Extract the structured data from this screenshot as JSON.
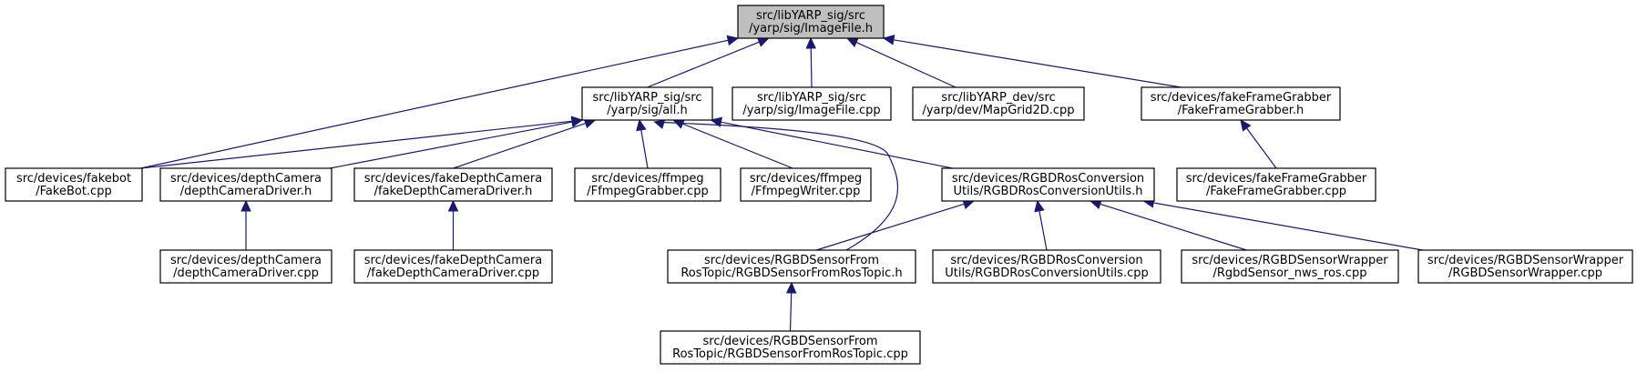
{
  "colors": {
    "edge": "#191970",
    "root_fill": "#bfbfbf",
    "node_fill": "#ffffff",
    "border": "#000000"
  },
  "nodes": [
    {
      "id": "imagefile_h",
      "lines": [
        "src/libYARP_sig/src",
        "/yarp/sig/ImageFile.h"
      ],
      "root": true
    },
    {
      "id": "all_h",
      "lines": [
        "src/libYARP_sig/src",
        "/yarp/sig/all.h"
      ]
    },
    {
      "id": "imagefile_cpp",
      "lines": [
        "src/libYARP_sig/src",
        "/yarp/sig/ImageFile.cpp"
      ]
    },
    {
      "id": "mapgrid2d_cpp",
      "lines": [
        "src/libYARP_dev/src",
        "/yarp/dev/MapGrid2D.cpp"
      ]
    },
    {
      "id": "fakeframegrabber_h",
      "lines": [
        "src/devices/fakeFrameGrabber",
        "/FakeFrameGrabber.h"
      ]
    },
    {
      "id": "fakebot_cpp",
      "lines": [
        "src/devices/fakebot",
        "/FakeBot.cpp"
      ]
    },
    {
      "id": "depthcameradriver_h",
      "lines": [
        "src/devices/depthCamera",
        "/depthCameraDriver.h"
      ]
    },
    {
      "id": "fakedepthcameradriver_h",
      "lines": [
        "src/devices/fakeDepthCamera",
        "/fakeDepthCameraDriver.h"
      ]
    },
    {
      "id": "ffmpeggrabber_cpp",
      "lines": [
        "src/devices/ffmpeg",
        "/FfmpegGrabber.cpp"
      ]
    },
    {
      "id": "ffmpegwriter_cpp",
      "lines": [
        "src/devices/ffmpeg",
        "/FfmpegWriter.cpp"
      ]
    },
    {
      "id": "rgbdrosconversionutils_h",
      "lines": [
        "src/devices/RGBDRosConversion",
        "Utils/RGBDRosConversionUtils.h"
      ]
    },
    {
      "id": "fakeframegrabber_cpp",
      "lines": [
        "src/devices/fakeFrameGrabber",
        "/FakeFrameGrabber.cpp"
      ]
    },
    {
      "id": "depthcameradriver_cpp",
      "lines": [
        "src/devices/depthCamera",
        "/depthCameraDriver.cpp"
      ]
    },
    {
      "id": "fakedepthcameradriver_cpp",
      "lines": [
        "src/devices/fakeDepthCamera",
        "/fakeDepthCameraDriver.cpp"
      ]
    },
    {
      "id": "rgbdsensorfromrostopic_h",
      "lines": [
        "src/devices/RGBDSensorFrom",
        "RosTopic/RGBDSensorFromRosTopic.h"
      ]
    },
    {
      "id": "rgbdrosconversionutils_cpp",
      "lines": [
        "src/devices/RGBDRosConversion",
        "Utils/RGBDRosConversionUtils.cpp"
      ]
    },
    {
      "id": "rgbdsensor_nws_ros_cpp",
      "lines": [
        "src/devices/RGBDSensorWrapper",
        "/RgbdSensor_nws_ros.cpp"
      ]
    },
    {
      "id": "rgbdsensorwrapper_cpp",
      "lines": [
        "src/devices/RGBDSensorWrapper",
        "/RGBDSensorWrapper.cpp"
      ]
    },
    {
      "id": "rgbdsensorfromrostopic_cpp",
      "lines": [
        "src/devices/RGBDSensorFrom",
        "RosTopic/RGBDSensorFromRosTopic.cpp"
      ]
    }
  ],
  "edges": [
    {
      "from": "all_h",
      "to": "imagefile_h"
    },
    {
      "from": "imagefile_cpp",
      "to": "imagefile_h"
    },
    {
      "from": "mapgrid2d_cpp",
      "to": "imagefile_h"
    },
    {
      "from": "fakeframegrabber_h",
      "to": "imagefile_h"
    },
    {
      "from": "fakebot_cpp",
      "to": "imagefile_h"
    },
    {
      "from": "fakebot_cpp",
      "to": "all_h"
    },
    {
      "from": "depthcameradriver_h",
      "to": "all_h"
    },
    {
      "from": "fakedepthcameradriver_h",
      "to": "all_h"
    },
    {
      "from": "ffmpeggrabber_cpp",
      "to": "all_h"
    },
    {
      "from": "ffmpegwriter_cpp",
      "to": "all_h"
    },
    {
      "from": "rgbdsensorfromrostopic_h",
      "to": "all_h"
    },
    {
      "from": "rgbdrosconversionutils_h",
      "to": "all_h"
    },
    {
      "from": "fakeframegrabber_cpp",
      "to": "fakeframegrabber_h"
    },
    {
      "from": "depthcameradriver_cpp",
      "to": "depthcameradriver_h"
    },
    {
      "from": "fakedepthcameradriver_cpp",
      "to": "fakedepthcameradriver_h"
    },
    {
      "from": "rgbdsensorfromrostopic_h",
      "to": "rgbdrosconversionutils_h"
    },
    {
      "from": "rgbdrosconversionutils_cpp",
      "to": "rgbdrosconversionutils_h"
    },
    {
      "from": "rgbdsensor_nws_ros_cpp",
      "to": "rgbdrosconversionutils_h"
    },
    {
      "from": "rgbdsensorwrapper_cpp",
      "to": "rgbdrosconversionutils_h"
    },
    {
      "from": "rgbdsensorfromrostopic_cpp",
      "to": "rgbdsensorfromrostopic_h"
    }
  ]
}
